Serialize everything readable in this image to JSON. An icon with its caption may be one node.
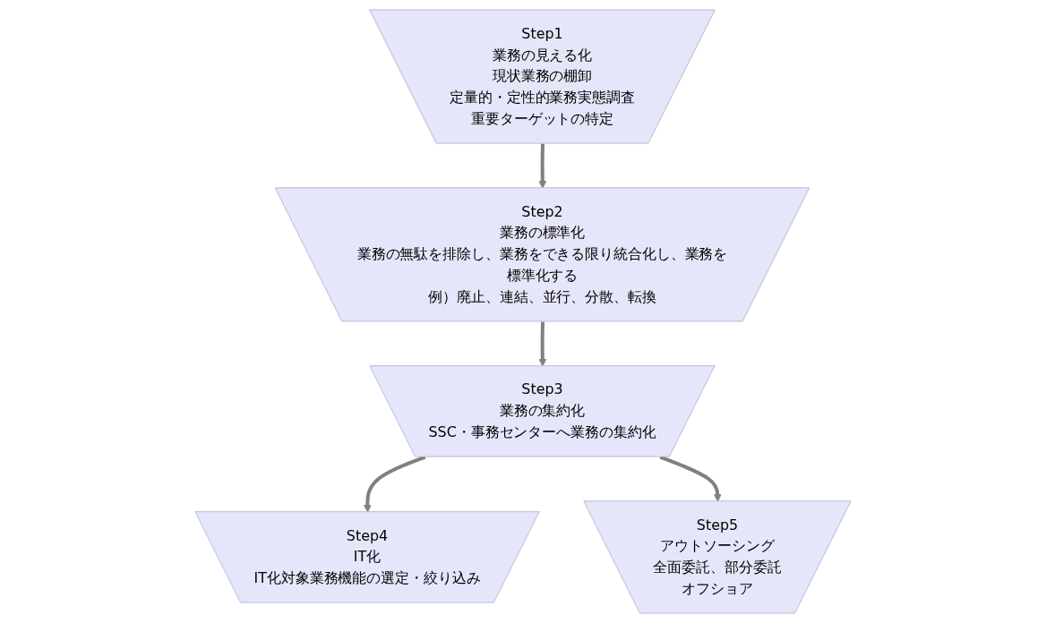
{
  "diagram": {
    "nodes": [
      {
        "text": [
          "Step1",
          "業務の見える化",
          "現状業務の棚卸",
          "定量的・定性的業務実態調査",
          "重要ターゲットの特定"
        ]
      },
      {
        "text": [
          "Step2",
          "業務の標準化",
          "業務の無駄を排除し、業務をできる限り統合化し、業務を標準化する",
          "例）廃止、連結、並行、分散、転換"
        ]
      },
      {
        "text": [
          "Step3",
          "業務の集約化",
          "SSC・事務センターへ業務の集約化"
        ]
      },
      {
        "text": [
          "Step4",
          "IT化",
          "IT化対象業務機能の選定・絞り込み"
        ]
      },
      {
        "text": [
          "Step5",
          "アウトソーシング",
          "全面委託、部分委託",
          "オフショア"
        ]
      }
    ],
    "edges": [
      {
        "from": 0,
        "to": 1,
        "arrow": "to"
      },
      {
        "from": 1,
        "to": 2,
        "arrow": "to"
      },
      {
        "from": 2,
        "to": 3,
        "arrow": "to"
      },
      {
        "from": 2,
        "to": 4,
        "arrow": "to"
      }
    ]
  }
}
